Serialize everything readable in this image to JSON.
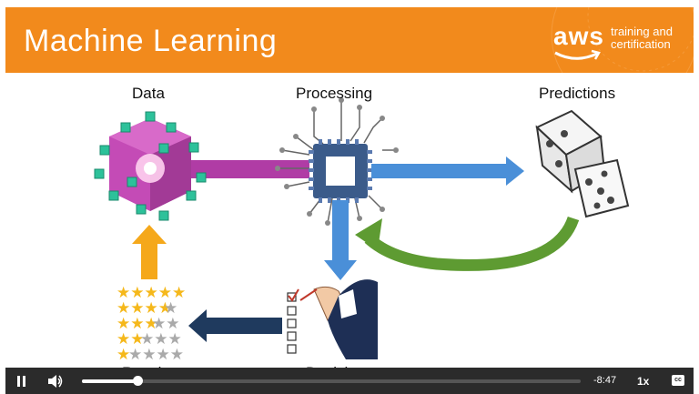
{
  "banner": {
    "title": "Machine Learning",
    "brand": "aws",
    "brand_sub1": "training and",
    "brand_sub2": "certification",
    "color": "#f28a1c"
  },
  "diagram": {
    "label_data": "Data",
    "label_processing": "Processing",
    "label_predictions": "Predictions",
    "label_results": "Results",
    "label_decision": "Decision"
  },
  "player": {
    "play_state": "pause-icon",
    "volume_icon": "volume-icon",
    "progress_fraction": 0.11,
    "time_remaining": "-8:47",
    "speed": "1x",
    "captions": "cc"
  }
}
